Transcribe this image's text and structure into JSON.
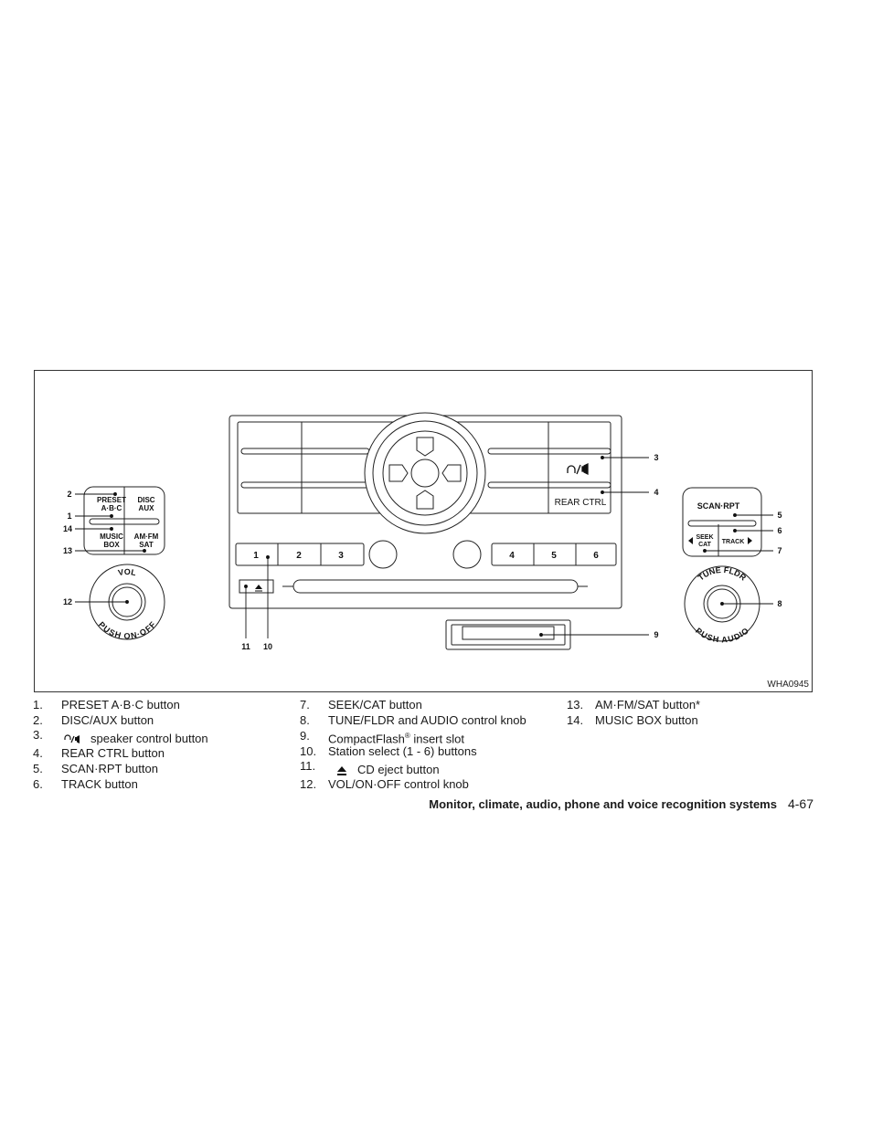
{
  "figure": {
    "code": "WHA0945",
    "panel": {
      "left_buttons": {
        "preset": [
          "PRESET",
          "A·B·C"
        ],
        "disc": [
          "DISC",
          "AUX"
        ],
        "music": [
          "MUSIC",
          "BOX"
        ],
        "amfm": [
          "AM·FM",
          "SAT"
        ]
      },
      "vol_knob": {
        "top": "VOL",
        "bottom": "PUSH ON·OFF"
      },
      "right_buttons": {
        "scan": "SCAN·RPT",
        "seek": [
          "SEEK",
          "CAT"
        ],
        "track": "TRACK"
      },
      "tune_knob": {
        "top": "TUNE FLDR",
        "bottom": "PUSH AUDIO"
      },
      "rear_ctrl": "REAR CTRL",
      "presets": [
        "1",
        "2",
        "3",
        "4",
        "5",
        "6"
      ]
    },
    "callouts": [
      "1",
      "2",
      "3",
      "4",
      "5",
      "6",
      "7",
      "8",
      "9",
      "10",
      "11",
      "12",
      "13",
      "14"
    ]
  },
  "legend": {
    "col1": [
      {
        "num": "1.",
        "text": "PRESET A·B·C button"
      },
      {
        "num": "2.",
        "text": "DISC/AUX button"
      },
      {
        "num": "3.",
        "text": "speaker control button",
        "icon": "headphone-speaker-icon"
      },
      {
        "num": "4.",
        "text": "REAR CTRL button"
      },
      {
        "num": "5.",
        "text": "SCAN·RPT button"
      },
      {
        "num": "6.",
        "text": "TRACK button"
      }
    ],
    "col2": [
      {
        "num": "7.",
        "text": "SEEK/CAT button"
      },
      {
        "num": "8.",
        "text": "TUNE/FLDR and AUDIO control knob"
      },
      {
        "num": "9.",
        "text_a": "CompactFlash",
        "sup": "®",
        "text_b": " insert slot"
      },
      {
        "num": "10.",
        "text": "Station select (1 - 6) buttons"
      },
      {
        "num": "11.",
        "text": "CD eject button",
        "icon": "eject-icon"
      },
      {
        "num": "12.",
        "text": "VOL/ON·OFF control knob"
      }
    ],
    "col3": [
      {
        "num": "13.",
        "text": "AM·FM/SAT button*"
      },
      {
        "num": "14.",
        "text": "MUSIC BOX button"
      }
    ]
  },
  "footer": {
    "section": "Monitor, climate, audio, phone and voice recognition systems",
    "page": "4-67"
  }
}
